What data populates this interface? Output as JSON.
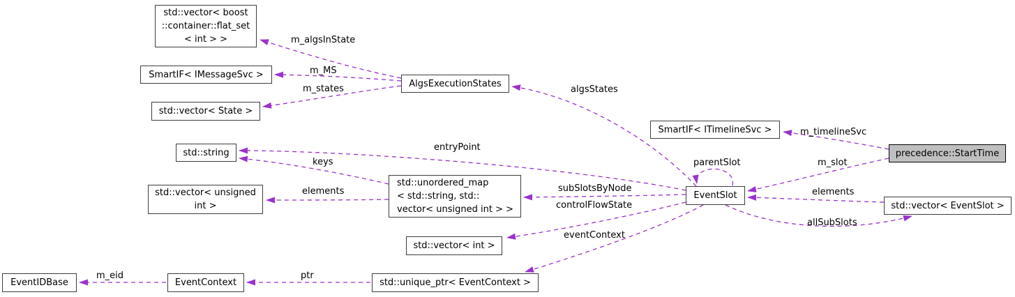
{
  "colors": {
    "edge": "#9a32cd",
    "node_border": "#3d3d3d",
    "node_fill": "#ffffff",
    "highlight_fill": "#bfbfbf",
    "background": "#ffffff",
    "text": "#000000"
  },
  "nodes": {
    "flat_set": {
      "label": "std::vector< boost\n::container::flat_set\n< int > >"
    },
    "smartif_imessagesvc": {
      "label": "SmartIF< IMessageSvc >"
    },
    "vector_state": {
      "label": "std::vector< State >"
    },
    "algs_execution_states": {
      "label": "AlgsExecutionStates"
    },
    "std_string": {
      "label": "std::string"
    },
    "vector_unsigned_int": {
      "label": "std::vector< unsigned\nint >"
    },
    "unordered_map": {
      "label": "std::unordered_map\n< std::string, std::\nvector< unsigned int > >"
    },
    "vector_int": {
      "label": "std::vector< int >"
    },
    "event_id_base": {
      "label": "EventIDBase"
    },
    "event_context": {
      "label": "EventContext"
    },
    "unique_ptr_event_context": {
      "label": "std::unique_ptr< EventContext >"
    },
    "smartif_itimelinesvc": {
      "label": "SmartIF< ITimelineSvc >"
    },
    "event_slot": {
      "label": "EventSlot"
    },
    "precedence_start_time": {
      "label": "precedence::StartTime"
    },
    "vector_event_slot": {
      "label": "std::vector< EventSlot >"
    }
  },
  "edge_labels": {
    "m_algsInState": "m_algsInState",
    "m_MS": "m_MS",
    "m_states": "m_states",
    "algsStates": "algsStates",
    "entryPoint": "entryPoint",
    "keys": "keys",
    "elements_left": "elements",
    "subSlotsByNode": "subSlotsByNode",
    "controlFlowState": "controlFlowState",
    "eventContext": "eventContext",
    "parentSlot": "parentSlot",
    "m_timelineSvc": "m_timelineSvc",
    "m_slot": "m_slot",
    "elements_right": "elements",
    "allSubSlots": "allSubSlots",
    "m_eid": "m_eid",
    "ptr": "ptr"
  }
}
